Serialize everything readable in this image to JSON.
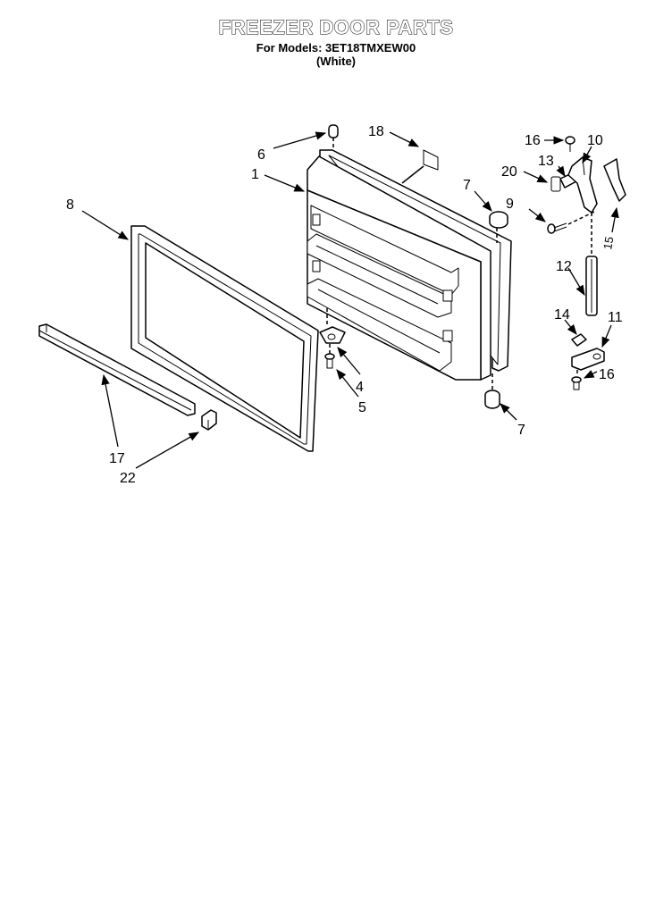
{
  "header": {
    "title": "FREEZER DOOR PARTS",
    "models_line": "For Models: 3ET18TMXEW00",
    "color_line": "(White)"
  },
  "callouts": {
    "c1": "1",
    "c4": "4",
    "c5": "5",
    "c6": "6",
    "c7a": "7",
    "c7b": "7",
    "c8": "8",
    "c9": "9",
    "c10": "10",
    "c11": "11",
    "c12": "12",
    "c13": "13",
    "c14": "14",
    "c15": "15",
    "c16a": "16",
    "c16b": "16",
    "c17": "17",
    "c18": "18",
    "c20": "20",
    "c22": "22"
  }
}
